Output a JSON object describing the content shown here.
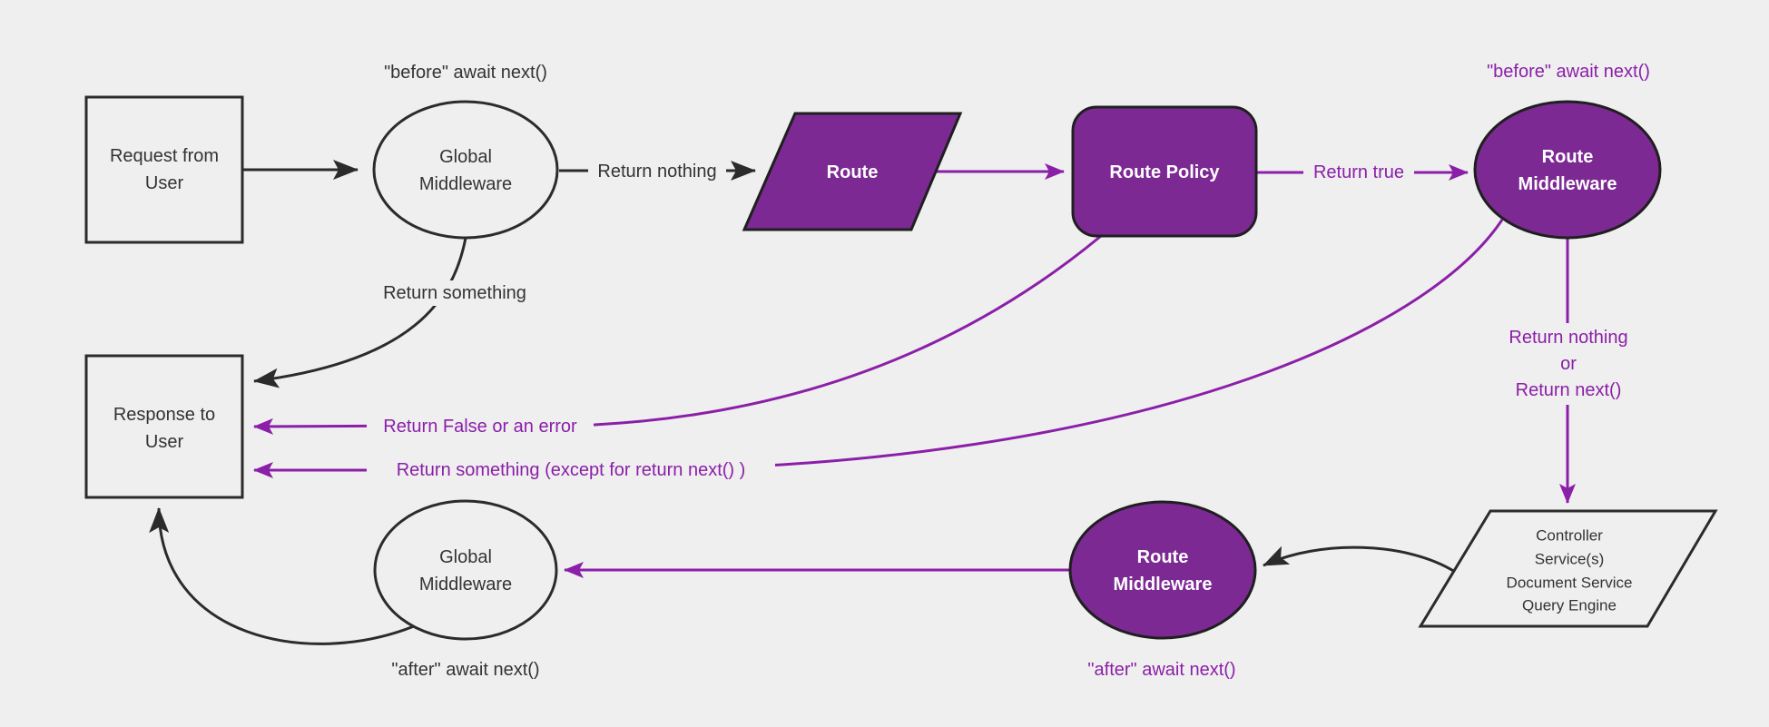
{
  "colors": {
    "background": "#efefef",
    "purple_node_fill": "#7c2994",
    "purple_line": "#8b1fa8",
    "black_line": "#2b2b2b",
    "dark_text": "#333333",
    "white_text": "#ffffff"
  },
  "nodes": {
    "request": {
      "lines": [
        "Request from",
        "User"
      ]
    },
    "global_middleware_before": {
      "lines": [
        "Global",
        "Middleware"
      ]
    },
    "route": {
      "label": "Route"
    },
    "route_policy": {
      "label": "Route Policy"
    },
    "route_middleware_before": {
      "lines": [
        "Route",
        "Middleware"
      ]
    },
    "controller_services": {
      "lines": [
        "Controller",
        "Service(s)",
        "Document Service",
        "Query Engine"
      ]
    },
    "route_middleware_after": {
      "lines": [
        "Route",
        "Middleware"
      ]
    },
    "global_middleware_after": {
      "lines": [
        "Global",
        "Middleware"
      ]
    },
    "response": {
      "lines": [
        "Response to",
        "User"
      ]
    }
  },
  "annotations": {
    "before_global": "\"before\" await next()",
    "before_route_mw": "\"before\" await next()",
    "after_route_mw": "\"after\" await next()",
    "after_global": "\"after\" await next()"
  },
  "edge_labels": {
    "return_nothing": "Return nothing",
    "return_something": "Return something",
    "return_true": "Return true",
    "return_false": "Return False or an error",
    "return_something_except": "Return something (except for return next() )",
    "return_nothing_or": [
      "Return nothing",
      "or",
      "Return next()"
    ]
  }
}
